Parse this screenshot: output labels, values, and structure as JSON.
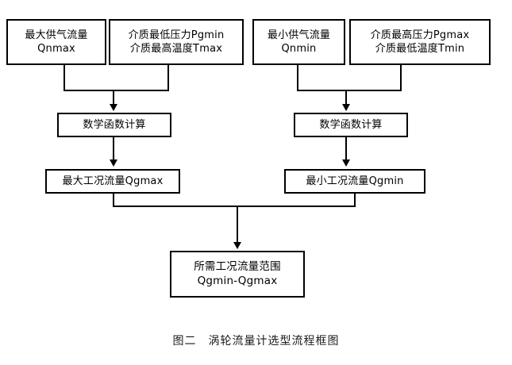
{
  "figure": {
    "caption": "图二　涡轮流量计选型流程框图",
    "background_color": "#ffffff",
    "line_color": "#000000"
  },
  "nodes": {
    "qnmax": {
      "line1": "最大供气流量",
      "line2": "Qnmax"
    },
    "pgmin_tmax": {
      "line1": "介质最低压力Pgmin",
      "line2": "介质最高温度Tmax"
    },
    "qnmin": {
      "line1": "最小供气流量",
      "line2": "Qnmin"
    },
    "pgmax_tmin": {
      "line1": "介质最高压力Pgmax",
      "line2": "介质最低温度Tmin"
    },
    "calc_left": {
      "line1": "数学函数计算"
    },
    "calc_right": {
      "line1": "数学函数计算"
    },
    "qgmax": {
      "line1": "最大工况流量Qgmax"
    },
    "qgmin": {
      "line1": "最小工况流量Qgmin"
    },
    "result": {
      "line1": "所需工况流量范围",
      "line2": "Qgmin-Qgmax"
    }
  }
}
